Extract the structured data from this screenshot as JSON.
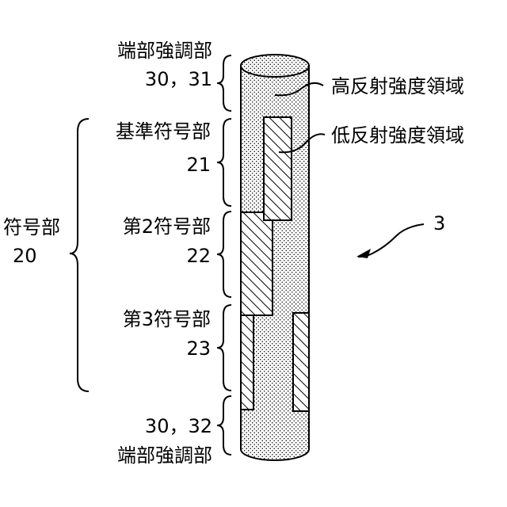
{
  "end_top": {
    "name": "端部強調部",
    "ref": "30，31"
  },
  "end_bottom": {
    "name": "端部強調部",
    "ref": "30，32"
  },
  "code_reference": {
    "name": "基準符号部",
    "ref": "21"
  },
  "code_second": {
    "name": "第2符号部",
    "ref": "22"
  },
  "code_third": {
    "name": "第3符号部",
    "ref": "23"
  },
  "code_part": {
    "name": "符号部",
    "ref": "20"
  },
  "high_reflect": "高反射強度領域",
  "low_reflect": "低反射強度領域",
  "object_ref": "3"
}
